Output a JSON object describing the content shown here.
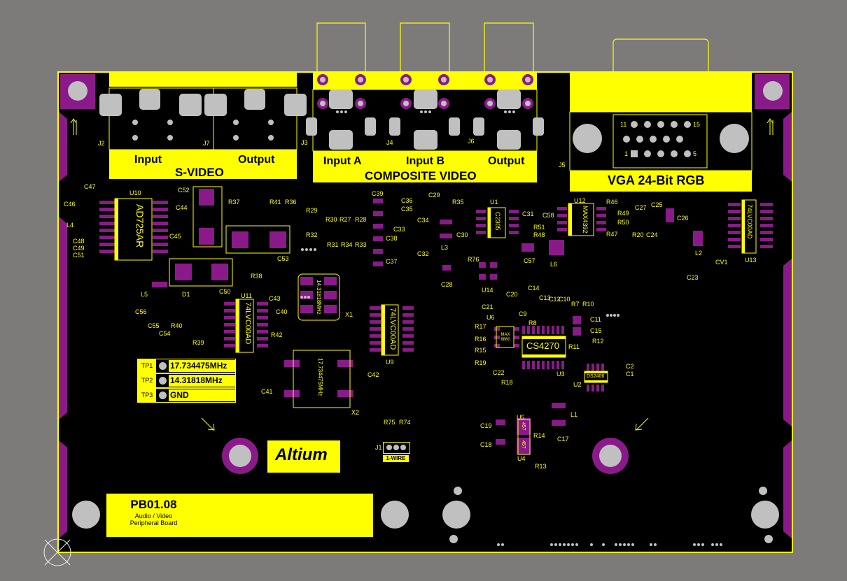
{
  "connectors": {
    "svideo": {
      "title": "S-VIDEO",
      "input": "Input",
      "output": "Output"
    },
    "composite": {
      "title": "COMPOSITE VIDEO",
      "input_a": "Input A",
      "input_b": "Input B",
      "output": "Output"
    },
    "vga": {
      "title": "VGA 24-Bit RGB",
      "pin_11": "11",
      "pin_15": "15",
      "pin_1": "1",
      "pin_5": "5"
    }
  },
  "test_points": [
    {
      "id": "TP1",
      "value": "17.734475MHz"
    },
    {
      "id": "TP2",
      "value": "14.31818MHz"
    },
    {
      "id": "TP3",
      "value": "GND"
    }
  ],
  "logo": "Altium",
  "board": {
    "id": "PB01.08",
    "line1": "Audio / Video",
    "line2": "Peripheral Board"
  },
  "onewire": "1-WIRE",
  "chips": {
    "ad725": "AD725AR",
    "max4392": "MAX4392",
    "lvc00_u13": "74LVC00AD",
    "lvc00_u11": "74LVC00AD",
    "lvc00_u9": "74LVC00AD",
    "cs4270": "CS4270",
    "ds2406": "DS2406",
    "max8860": "MAX 8860",
    "xtal_x1": "14.31818MHz",
    "xtal_x2": "17.734475MHz",
    "ic2305": "C2305",
    "u5": "457",
    "u4": "457"
  },
  "designators": [
    [
      "J2"
    ],
    [
      "J7"
    ],
    [
      "J3"
    ],
    [
      "J4"
    ],
    [
      "J6"
    ],
    [
      "J5"
    ],
    [
      "C47"
    ],
    [
      "C46"
    ],
    [
      "U10"
    ],
    [
      "L4"
    ],
    [
      "C48"
    ],
    [
      "C49"
    ],
    [
      "C51"
    ],
    [
      "C52"
    ],
    [
      "C44"
    ],
    [
      "C45"
    ],
    [
      "R37"
    ],
    [
      "R41"
    ],
    [
      "R36"
    ],
    [
      "C53"
    ],
    [
      "C50"
    ],
    [
      "R38"
    ],
    [
      "L5"
    ],
    [
      "D1"
    ],
    [
      "C56"
    ],
    [
      "C55"
    ],
    [
      "R40"
    ],
    [
      "C54"
    ],
    [
      "U11"
    ],
    [
      "C43"
    ],
    [
      "C40"
    ],
    [
      "R42"
    ],
    [
      "R39"
    ],
    [
      "X1"
    ],
    [
      "C41"
    ],
    [
      "X2"
    ],
    [
      "C42"
    ],
    [
      "U9"
    ],
    [
      "R29"
    ],
    [
      "R30"
    ],
    [
      "R27"
    ],
    [
      "R28"
    ],
    [
      "R32"
    ],
    [
      "R31"
    ],
    [
      "R34"
    ],
    [
      "R33"
    ],
    [
      "C39"
    ],
    [
      "C36"
    ],
    [
      "C35"
    ],
    [
      "C33"
    ],
    [
      "C38"
    ],
    [
      "C37"
    ],
    [
      "C29"
    ],
    [
      "C34"
    ],
    [
      "R35"
    ],
    [
      "C30"
    ],
    [
      "C32"
    ],
    [
      "L3"
    ],
    [
      "C28"
    ],
    [
      "U1"
    ],
    [
      "C31"
    ],
    [
      "C58"
    ],
    [
      "R51"
    ],
    [
      "R48"
    ],
    [
      "C57"
    ],
    [
      "L6"
    ],
    [
      "R76"
    ],
    [
      "U14"
    ],
    [
      "U12"
    ],
    [
      "R46"
    ],
    [
      "R49"
    ],
    [
      "R50"
    ],
    [
      "R47"
    ],
    [
      "C27"
    ],
    [
      "C25"
    ],
    [
      "C26"
    ],
    [
      "R20"
    ],
    [
      "C24"
    ],
    [
      "L2"
    ],
    [
      "CV1"
    ],
    [
      "U13"
    ],
    [
      "C23"
    ],
    [
      "C20"
    ],
    [
      "C14"
    ],
    [
      "C13"
    ],
    [
      "C12"
    ],
    [
      "C10"
    ],
    [
      "R7"
    ],
    [
      "R10"
    ],
    [
      "C21"
    ],
    [
      "C9"
    ],
    [
      "C11"
    ],
    [
      "C15"
    ],
    [
      "R17"
    ],
    [
      "U6"
    ],
    [
      "R8"
    ],
    [
      "R16"
    ],
    [
      "R15"
    ],
    [
      "R11"
    ],
    [
      "R12"
    ],
    [
      "R19"
    ],
    [
      "C22"
    ],
    [
      "R18"
    ],
    [
      "U3"
    ],
    [
      "U2"
    ],
    [
      "C2"
    ],
    [
      "C1"
    ],
    [
      "R75"
    ],
    [
      "R74"
    ],
    [
      "J1"
    ],
    [
      "U5"
    ],
    [
      "C19"
    ],
    [
      "C18"
    ],
    [
      "R14"
    ],
    [
      "U4"
    ],
    [
      "L1"
    ],
    [
      "C17"
    ],
    [
      "R13"
    ]
  ]
}
